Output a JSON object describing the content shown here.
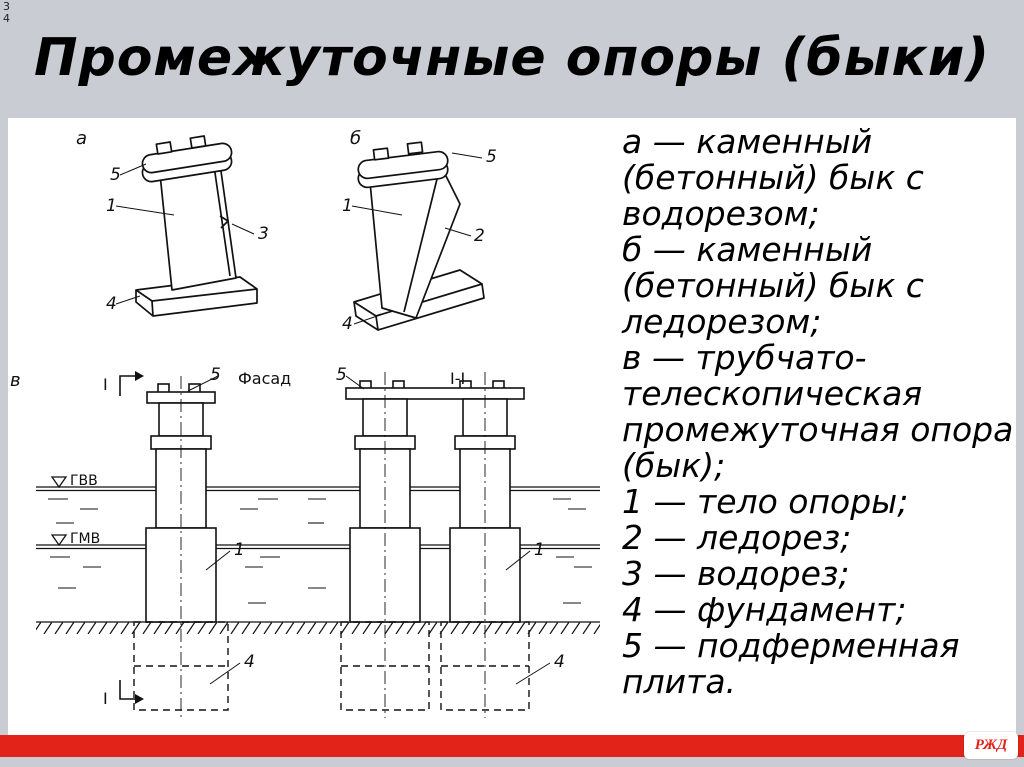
{
  "slide": {
    "corner_numbers": [
      "3",
      "4"
    ],
    "title": "Промежуточные опоры (быки)"
  },
  "legend": {
    "entries": [
      "а — каменный (бетонный) бык с водорезом;",
      "б — каменный (бетонный) бык с ледорезом;",
      "в — трубчато-телескопическая промежуточная опора (бык);",
      "1 — тело опоры;",
      "2 — ледорез;",
      "3 — водорез;",
      "4 — фундамент;",
      "5 — подферменная плита."
    ]
  },
  "diagram": {
    "view_labels": {
      "a": "а",
      "b": "б",
      "v": "в"
    },
    "facade_label": "Фасад",
    "section_label": "I-I",
    "cut_label": "I",
    "water_levels": {
      "gvv": "ГВВ",
      "gmv": "ГМВ"
    },
    "callouts": {
      "n1": "1",
      "n2": "2",
      "n3": "3",
      "n4": "4",
      "n5": "5"
    }
  },
  "footer": {
    "bar_color": "#e2231a",
    "logo_text": "РЖД"
  }
}
